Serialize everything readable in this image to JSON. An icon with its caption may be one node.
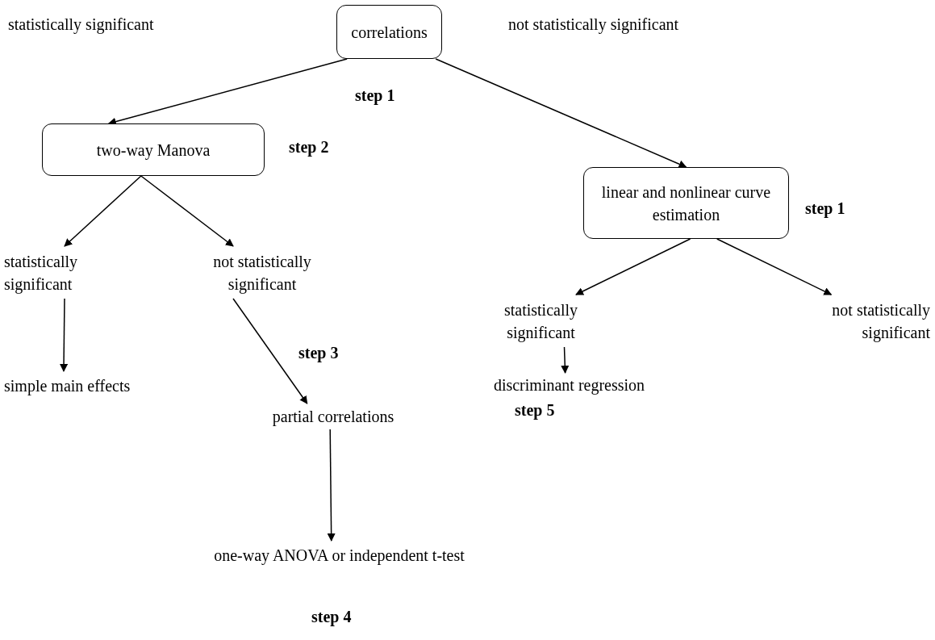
{
  "diagram": {
    "nodes": [
      {
        "text": [
          "correlations"
        ],
        "beside": [
          "step 1"
        ]
      },
      {
        "text": [
          "two-way Manova"
        ],
        "beside": [
          "step 2"
        ]
      },
      {
        "text": [
          "linear and nonlinear curve estimation"
        ],
        "beside": [
          "step 1"
        ]
      },
      {
        "text": [
          "statistically significant"
        ]
      },
      {
        "text": [
          "not statistically significant"
        ]
      },
      {
        "text": [
          "statistically significant"
        ]
      },
      {
        "text": [
          "not statistically significant"
        ]
      },
      {
        "text": [
          "simple main effects"
        ]
      },
      {
        "text": [
          "partial correlations"
        ],
        "beside": [
          "step 3"
        ]
      },
      {
        "text": [
          "discriminant regression"
        ],
        "beside": [
          "step 5"
        ]
      },
      {
        "text": [
          "one-way ANOVA or independent t-test"
        ],
        "beside": [
          "step 4"
        ]
      }
    ],
    "edges": [
      {
        "from": 0,
        "to": 1,
        "arrow": "to"
      },
      {
        "from": 0,
        "to": 2,
        "arrow": "to"
      },
      {
        "from": 1,
        "to": 3,
        "arrow": "to"
      },
      {
        "from": 1,
        "to": 4,
        "arrow": "to"
      },
      {
        "from": 3,
        "to": 7,
        "arrow": "to"
      },
      {
        "from": 4,
        "to": 8,
        "arrow": "to"
      },
      {
        "from": 8,
        "to": 10,
        "arrow": "to"
      },
      {
        "from": 2,
        "to": 5,
        "arrow": "to"
      },
      {
        "from": 2,
        "to": 6,
        "arrow": "to"
      },
      {
        "from": 5,
        "to": 9,
        "arrow": "to"
      }
    ],
    "labels": [
      "statistically significant",
      "not statistically significant"
    ]
  }
}
